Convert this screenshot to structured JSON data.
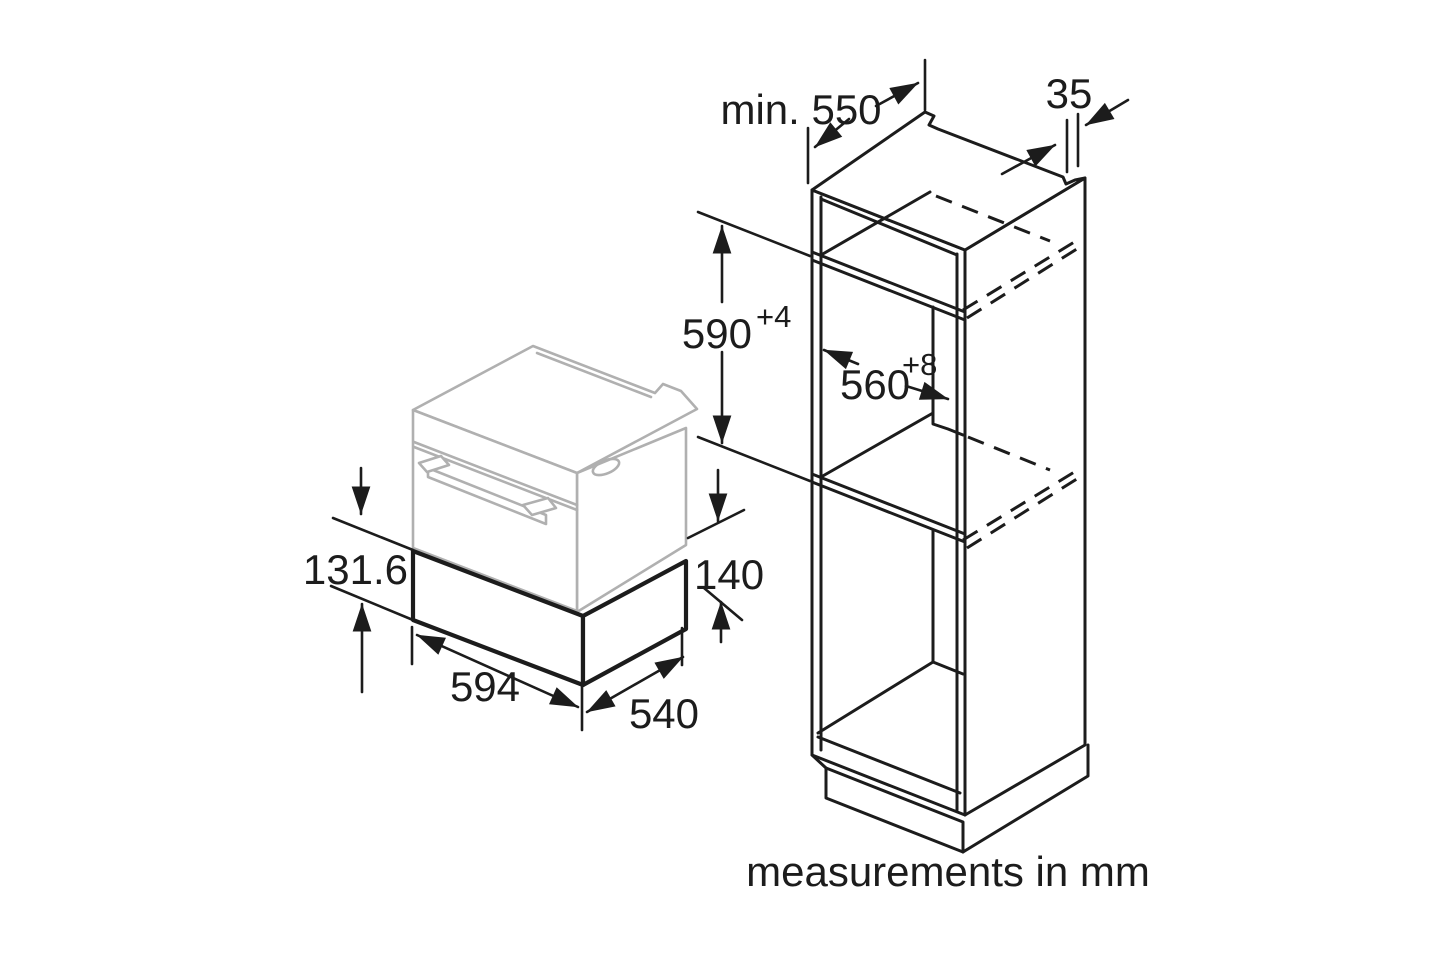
{
  "diagram": {
    "type": "appliance installation drawing",
    "footer_note": "measurements in mm",
    "colors": {
      "line": "#1c1c1c",
      "appliance_gray": "#b0b0b0",
      "background": "#ffffff"
    },
    "appliance_figure": {
      "name": "warming drawer below compact appliance",
      "dimensions": {
        "drawer_front_height": "131.6",
        "drawer_niche_height": "140",
        "appliance_width": "594",
        "appliance_depth": "540"
      }
    },
    "cabinet_figure": {
      "name": "tall cabinet niche",
      "dimensions": {
        "cabinet_depth_min": "min. 550",
        "rear_gap": "35",
        "niche_height": "590",
        "niche_height_tolerance": "+4",
        "niche_width": "560",
        "niche_width_tolerance": "+8"
      }
    }
  }
}
